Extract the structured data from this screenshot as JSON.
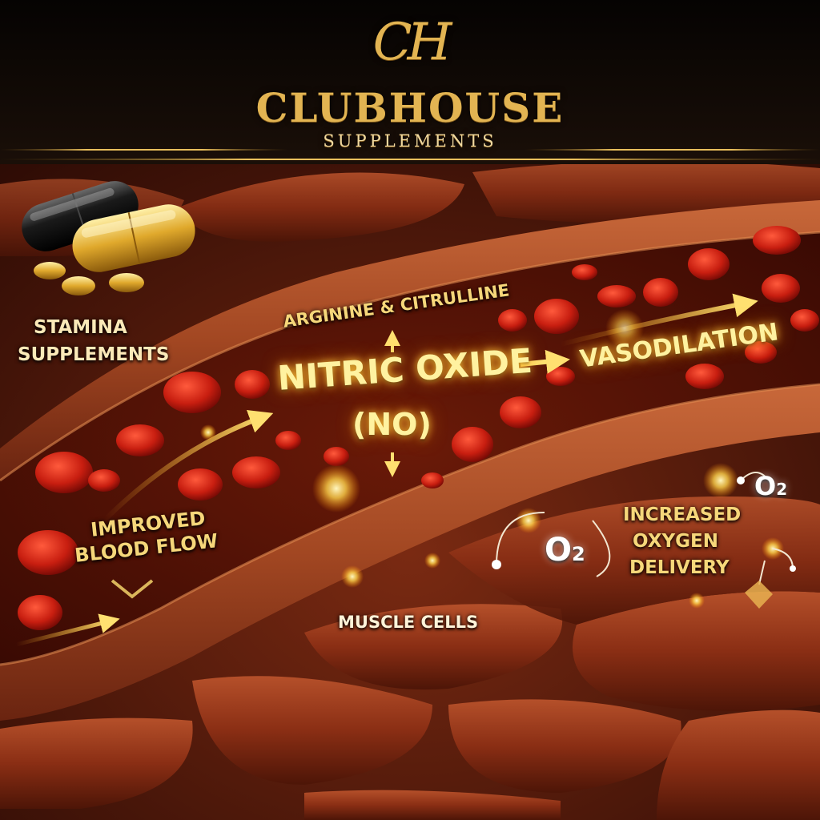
{
  "brand": {
    "monogram": "CH",
    "name": "CLUBHOUSE",
    "tagline": "SUPPLEMENTS"
  },
  "labels": {
    "stamina": [
      "STAMINA",
      "SUPPLEMENTS"
    ],
    "precursors": "ARGININE & CITRULLINE",
    "molecule": [
      "NITRIC OXIDE",
      "(NO)"
    ],
    "vasodilation": "VASODILATION",
    "blood_flow": [
      "IMPROVED",
      "BLOOD FLOW"
    ],
    "oxygen": [
      "INCREASED",
      "OXYGEN",
      "DELIVERY"
    ],
    "o2_symbol": "O",
    "o2_subscript": "2",
    "muscle": "MUSCLE CELLS"
  },
  "colors": {
    "gold": "#e2b452",
    "header_bg": "#0b0705",
    "muscle": "#8a2e14",
    "blood_cell": "#c81e10",
    "glow": "#ffd24a"
  },
  "icons": [
    "capsule-black-icon",
    "capsule-gold-icon",
    "tablet-icon",
    "arrow-icon",
    "o2-molecule-icon"
  ]
}
